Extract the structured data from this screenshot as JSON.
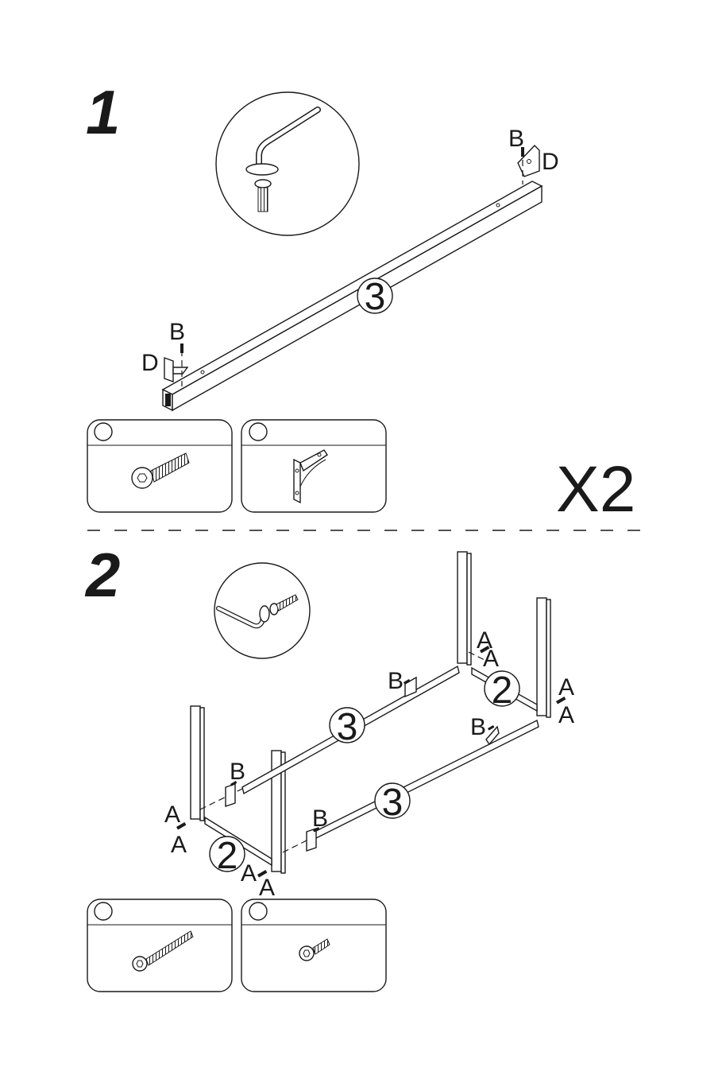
{
  "steps": [
    {
      "number": "1",
      "tube_label": "3",
      "hardware_letters": [
        "B",
        "D",
        "B",
        "D"
      ],
      "quantity": "X2",
      "parts": [
        {
          "id": "bolt",
          "icon": "hex-socket-bolt-icon"
        },
        {
          "id": "bracket",
          "icon": "corner-bracket-icon"
        }
      ],
      "tool": "allen-key-icon"
    },
    {
      "number": "2",
      "tube_labels": [
        "3",
        "3"
      ],
      "end_labels": [
        "2",
        "2"
      ],
      "hardware_letters": [
        "A",
        "A",
        "A",
        "A",
        "B",
        "B",
        "B",
        "B",
        "A",
        "A",
        "A",
        "A"
      ],
      "parts": [
        {
          "id": "long-bolt",
          "icon": "long-bolt-icon"
        },
        {
          "id": "short-bolt",
          "icon": "short-bolt-icon"
        }
      ],
      "tool": "allen-key-icon"
    }
  ]
}
